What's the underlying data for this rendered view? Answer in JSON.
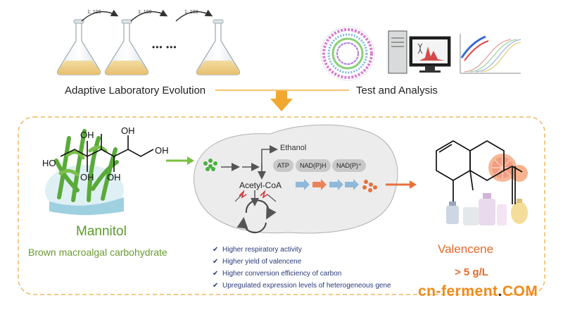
{
  "dilution_ratios": [
    "1: 100",
    "1: 100",
    "1: 100"
  ],
  "ellipsis": "••• •••",
  "left_title": "Adaptive Laboratory Evolution",
  "right_title": "Test and Analysis",
  "substrate": {
    "name": "Mannitol",
    "source": "Brown macroalgal carbohydrate",
    "groups": [
      "OH",
      "OH",
      "OH",
      "HO",
      "OH",
      "OH"
    ]
  },
  "cell": {
    "ethanol": "Ethanol",
    "cofactors": [
      "ATP",
      "NAD(P)H",
      "NAD(P)⁺"
    ],
    "acetyl_coa": "Acetyl-CoA"
  },
  "benefits": [
    "Higher respiratory activity",
    "Higher yield of valencene",
    "Higher conversion efficiency of carbon",
    "Upregulated expression levels of heterogeneous gene"
  ],
  "check_symbol": "✔",
  "product": {
    "name": "Valencene",
    "yield": "> 5 g/L"
  },
  "watermark": {
    "main": "cn-ferment",
    "dot": ".",
    "suffix": "COM"
  },
  "colors": {
    "green": "#5a9a2a",
    "orange": "#e06a2a",
    "gold": "#f0a830",
    "benefit_text": "#2a3a7a"
  }
}
